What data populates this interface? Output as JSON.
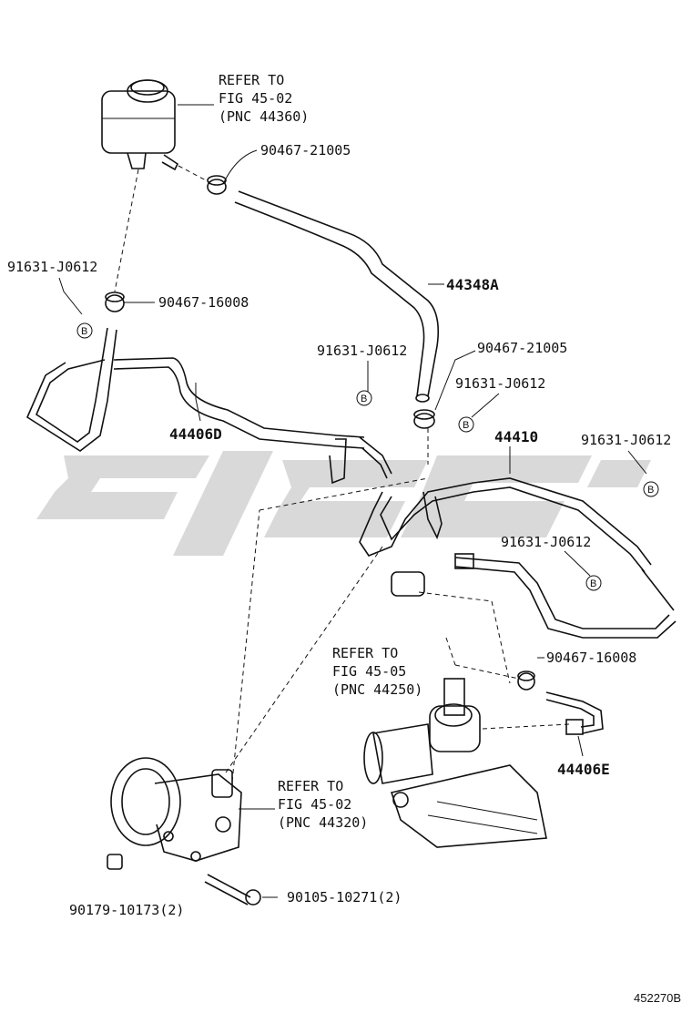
{
  "watermark": {
    "text": "",
    "color": "#d9d9d9"
  },
  "references": [
    {
      "lines": [
        "REFER TO",
        "FIG 45-02",
        "(PNC 44360)"
      ]
    },
    {
      "lines": [
        "REFER TO",
        "FIG 45-05",
        "(PNC 44250)"
      ]
    },
    {
      "lines": [
        "REFER TO",
        "FIG 45-02",
        "(PNC 44320)"
      ]
    }
  ],
  "labels": {
    "clamp_top": "90467-21005",
    "grommet_left": "91631-J0612",
    "clamp_left": "90467-16008",
    "hose_44348A": "44348A",
    "grommet_mid": "91631-J0612",
    "clamp_mid": "90467-21005",
    "grommet_mid2": "91631-J0612",
    "tube_44406D": "44406D",
    "tube_44410": "44410",
    "grommet_right": "91631-J0612",
    "grommet_right2": "91631-J0612",
    "clamp_right": "90467-16008",
    "hose_44406E": "44406E",
    "bolt": "90105-10271(2)",
    "nut": "90179-10173(2)"
  },
  "markers": {
    "b": "B"
  },
  "figure_code": "452270B"
}
